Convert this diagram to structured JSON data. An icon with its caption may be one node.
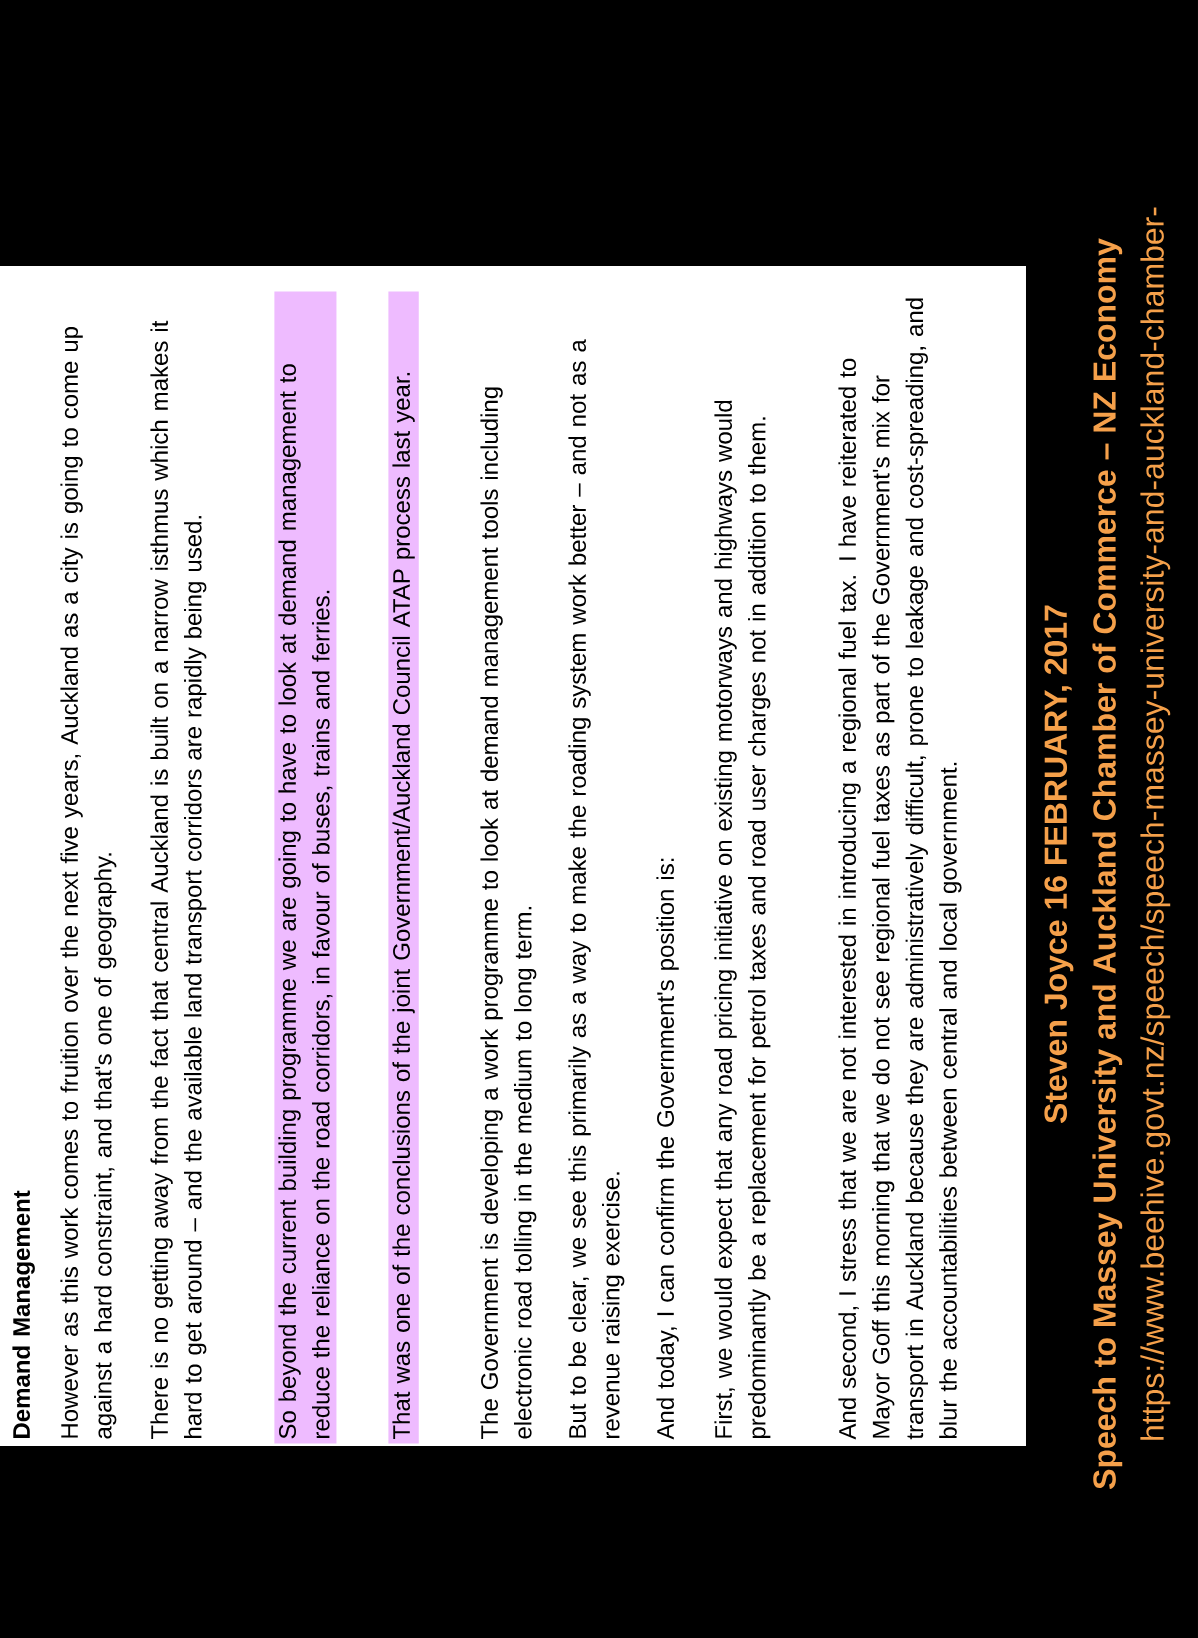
{
  "diagram": {
    "title": "Demand Management",
    "nodes": [
      {
        "text": [
          "So beyond the current building programme we are going to have to look at demand management to reduce the reliance on the road corridors, in favour of buses, trains and ferries."
        ]
      },
      {
        "text": [
          "That was one of the conclusions of the joint Government/Auckland Council ATAP process last year."
        ]
      }
    ],
    "labels": [
      "However as this work comes to fruition over the next five years, Auckland as a city is going to come up against a hard constraint, and that's one of geography.",
      "There is no getting away from the fact that central Auckland is built on a narrow isthmus which makes it hard to get around – and the available land transport corridors are rapidly being used.",
      "The Government is developing a work programme to look at demand management tools including electronic road tolling in the medium to long term.",
      "But to be clear, we see this primarily as a way to make the roading system work better – and not as a revenue raising exercise.",
      "And today, I can confirm the Government's position is:",
      "First, we would expect that any road pricing initiative on existing motorways and highways would predominantly be a replacement for petrol taxes and road user charges not in addition to them.",
      "And second, I stress that we are not interested in introducing a regional fuel tax. I have reiterated to Mayor Goff this morning that we do not see regional fuel taxes as part of the Government's mix for transport in Auckland because they are administratively difficult, prone to leakage and cost-spreading, and blur the accountabilities between central and local government.",
      "Steven Joyce  16 FEBRUARY, 2017",
      "Speech to Massey University and Auckland Chamber of Commerce – NZ Economy",
      "https://www.beehive.govt.nz/speech/speech-massey-university-and-auckland-chamber-"
    ]
  }
}
